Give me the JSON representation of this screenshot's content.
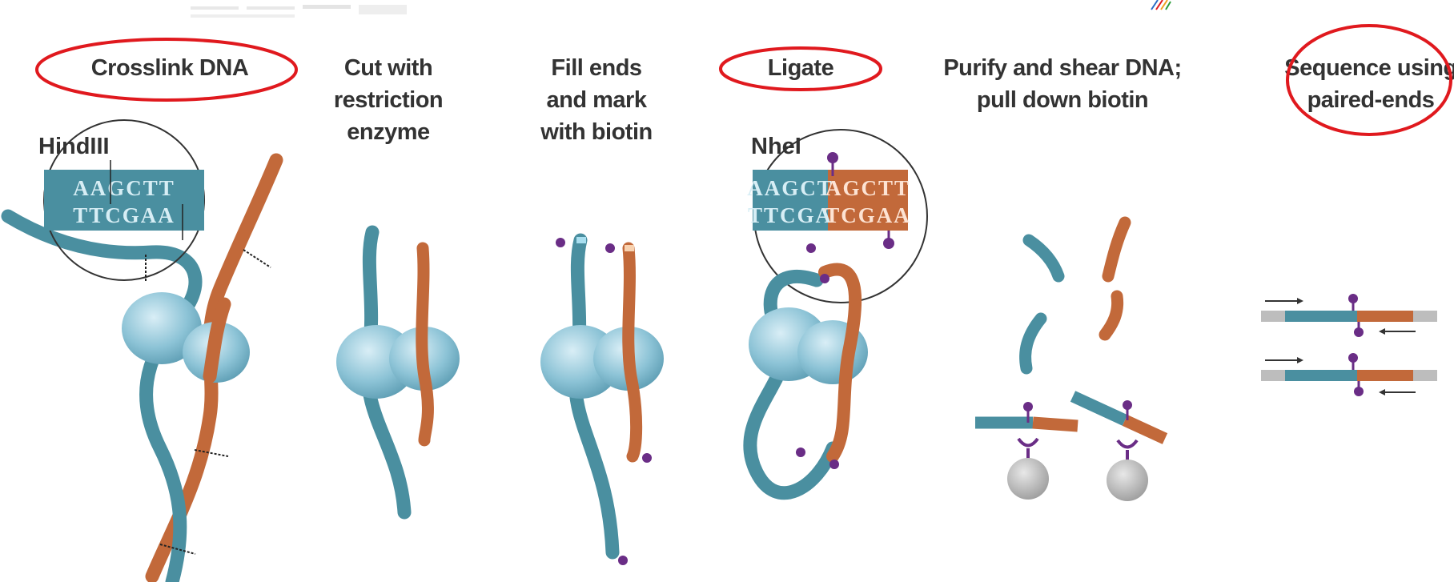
{
  "steps": [
    {
      "id": "crosslink",
      "title_lines": [
        "Crosslink DNA"
      ],
      "highlighted": true
    },
    {
      "id": "cut",
      "title_lines": [
        "Cut with",
        "restriction",
        "enzyme"
      ],
      "highlighted": false
    },
    {
      "id": "fill",
      "title_lines": [
        "Fill ends",
        "and mark",
        "with biotin"
      ],
      "highlighted": false
    },
    {
      "id": "ligate",
      "title_lines": [
        "Ligate"
      ],
      "highlighted": true
    },
    {
      "id": "purify",
      "title_lines": [
        "Purify and shear DNA;",
        "pull down biotin"
      ],
      "highlighted": false
    },
    {
      "id": "sequence",
      "title_lines": [
        "Sequence using",
        "paired-ends"
      ],
      "highlighted": true
    }
  ],
  "enzymes": {
    "hindiii": "HindIII",
    "nhei": "NheI"
  },
  "sequences": {
    "hindiii_top": "AAGCTT",
    "hindiii_bottom": "TTCGAA",
    "ligate_top_left": "AAGCT",
    "ligate_top_right": "AGCTT",
    "ligate_bottom_left": "TTCGA",
    "ligate_bottom_right": "TCGAA"
  },
  "colors": {
    "teal_dna": "#4a8fa0",
    "orange_dna": "#c2693a",
    "highlight_ring": "#e0191e",
    "biotin": "#6a2d86",
    "nucleosome": "#8cc3d6",
    "bead": "#b5b5b5",
    "seq_text_teal": "#d7eef5",
    "seq_text_orange": "#fde3d3"
  }
}
